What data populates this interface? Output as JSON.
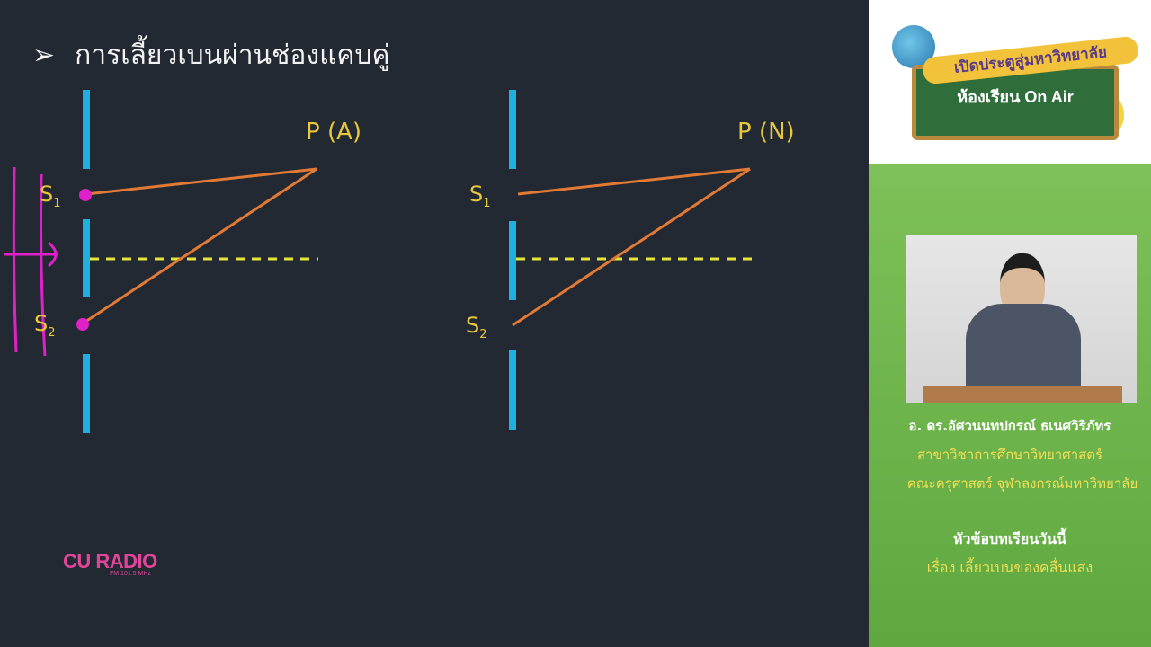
{
  "slide": {
    "title": "การเลี้ยวเบนผ่านช่องแคบคู่",
    "bullet": "➢",
    "left_diagram": {
      "point_label": "P (A)",
      "s1_label": "S",
      "s1_sub": "1",
      "s2_label": "S",
      "s2_sub": "2"
    },
    "right_diagram": {
      "point_label": "P (N)",
      "s1_label": "S",
      "s1_sub": "1",
      "s2_label": "S",
      "s2_sub": "2"
    },
    "logo": {
      "main": "CU RADIO",
      "sub": "FM 101.5 MHz"
    }
  },
  "sidebar": {
    "banner_text": "เปิดประตูสู่มหาวิทยาลัย",
    "board_text": "ห้องเรียน On Air",
    "teacher_name": "อ. ดร.อัศวนนทปกรณ์ ธเนศวิริภัทร",
    "department": "สาขาวิชาการศึกษาวิทยาศาสตร์",
    "faculty": "คณะครุศาสตร์ จุฬาลงกรณ์มหาวิทยาลัย",
    "topic_heading": "หัวข้อบทเรียนวันนี้",
    "topic_text": "เรื่อง เลี้ยวเบนของคลื่นแสง"
  },
  "colors": {
    "slide_bg": "#232933",
    "barrier": "#1fb0e0",
    "ray": "#e07a35",
    "center_line": "#e6e63a",
    "label": "#e8c83a",
    "annotation": "#e020c8",
    "sidebar_green": "#7cbf57"
  }
}
